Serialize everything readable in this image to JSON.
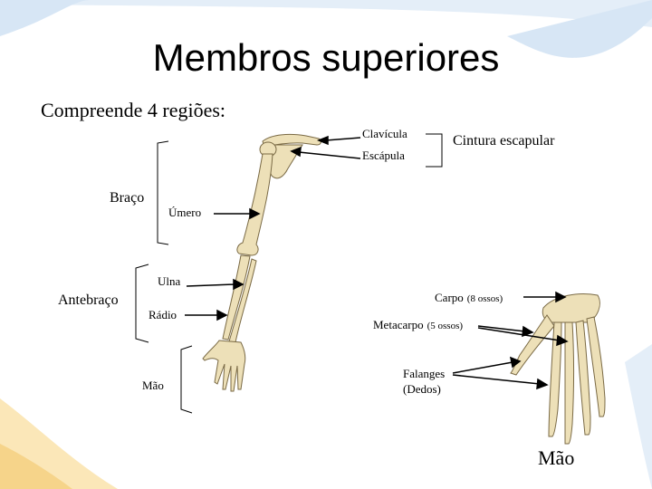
{
  "slide": {
    "title": "Membros superiores",
    "subtitle": "Compreende 4 regiões:"
  },
  "labels": {
    "clavicula": "Clavícula",
    "escapula": "Escápula",
    "cintura_escapular": "Cintura escapular",
    "braco": "Braço",
    "umero": "Úmero",
    "antebraco": "Antebraço",
    "ulna": "Ulna",
    "radio": "Rádio",
    "mao_left": "Mão",
    "carpo": "Carpo",
    "carpo_count": "(8 ossos)",
    "metacarpo": "Metacarpo",
    "metacarpo_count": "(5 ossos)",
    "falanges": "Falanges",
    "dedos": "(Dedos)",
    "mao_right": "Mão"
  },
  "colors": {
    "bone": "#EDE0B8",
    "bone_outline": "#7A6A45",
    "arrow": "#000000",
    "bg_stripe": "#D7E6F5"
  }
}
